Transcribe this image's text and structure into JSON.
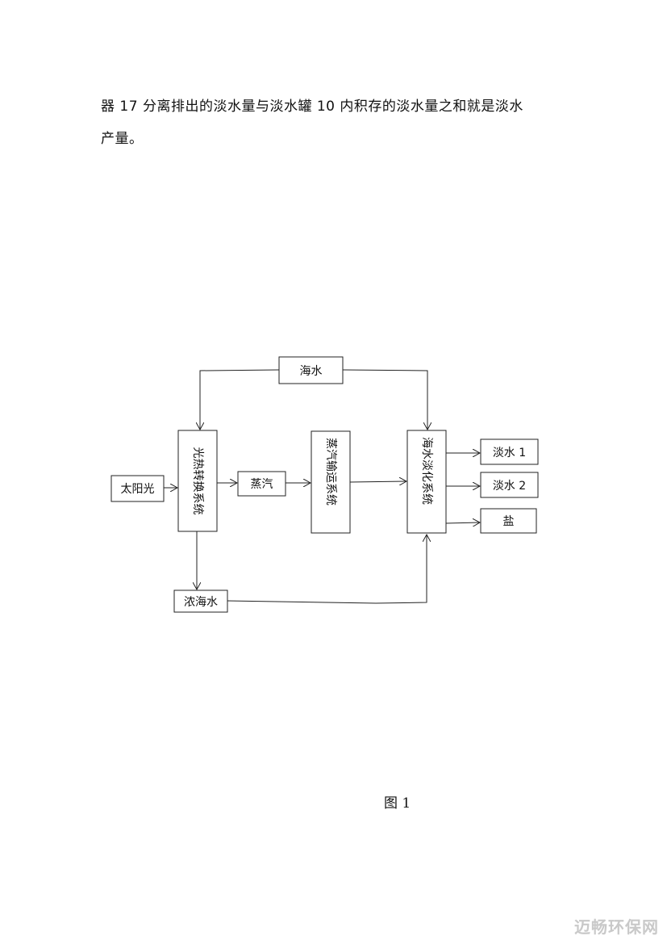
{
  "paragraph": {
    "line1": "器 17 分离排出的淡水量与淡水罐  10 内积存的淡水量之和就是淡水",
    "line2": "产量。"
  },
  "diagram": {
    "seawater": "海水",
    "sunlight": "太阳光",
    "solar_thermal_system": "光热转换系统",
    "steam": "蒸汽",
    "steam_transport_system": "蒸汽输运系统",
    "desalination_system": "海水淡化系统",
    "fresh_water_1": "淡水 1",
    "fresh_water_2": "淡水 2",
    "salt": "盐",
    "brine": "浓海水"
  },
  "caption": "图 1",
  "watermark": "迈畅环保网"
}
